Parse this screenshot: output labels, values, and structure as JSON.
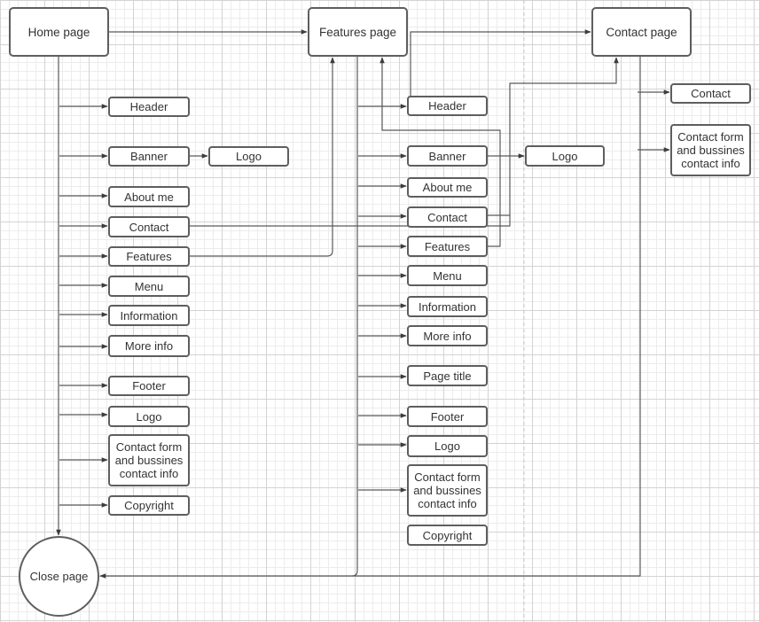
{
  "colors": {
    "box_border": "#5e5e5e",
    "connector": "#595959",
    "grid_minor": "#ececec",
    "grid_major": "#d3d3d3",
    "divider": "#c8c8c8"
  },
  "pages": {
    "home": "Home page",
    "features": "Features page",
    "contact": "Contact page",
    "close": "Close page"
  },
  "home_items": {
    "header": "Header",
    "banner": "Banner",
    "banner_logo": "Logo",
    "about": "About me",
    "contact": "Contact",
    "features": "Features",
    "menu": "Menu",
    "information": "Information",
    "more_info": "More info",
    "footer": "Footer",
    "logo": "Logo",
    "contact_form": "Contact form and bussines contact info",
    "copyright": "Copyright"
  },
  "features_items": {
    "header": "Header",
    "banner": "Banner",
    "banner_logo": "Logo",
    "about": "About me",
    "contact": "Contact",
    "features": "Features",
    "menu": "Menu",
    "information": "Information",
    "more_info": "More info",
    "page_title": "Page title",
    "footer": "Footer",
    "logo": "Logo",
    "contact_form": "Contact form and bussines contact info",
    "copyright": "Copyright"
  },
  "contact_items": {
    "contact": "Contact",
    "contact_form": "Contact form and bussines contact info"
  }
}
